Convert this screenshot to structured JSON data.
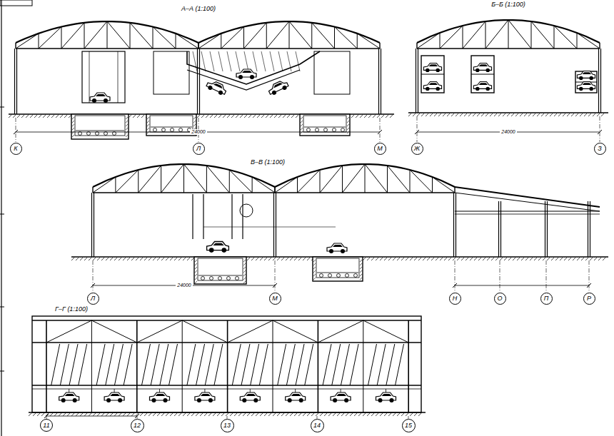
{
  "diagram": {
    "nodes": [
      {
        "text": [
          "К"
        ]
      },
      {
        "text": [
          "Л"
        ]
      },
      {
        "text": [
          "М"
        ]
      },
      {
        "text": [
          "Ж"
        ]
      },
      {
        "text": [
          "З"
        ]
      },
      {
        "text": [
          "Л"
        ]
      },
      {
        "text": [
          "М"
        ]
      },
      {
        "text": [
          "Н"
        ]
      },
      {
        "text": [
          "О"
        ]
      },
      {
        "text": [
          "П"
        ]
      },
      {
        "text": [
          "Р"
        ]
      },
      {
        "text": [
          "11"
        ]
      },
      {
        "text": [
          "12"
        ]
      },
      {
        "text": [
          "13"
        ]
      },
      {
        "text": [
          "14"
        ]
      },
      {
        "text": [
          "15"
        ]
      }
    ],
    "labels": [
      "А–А (1:100)",
      "Б–Б (1:100)",
      "В–В (1:100)",
      "Г–Г (1:100)",
      "24000",
      "24000",
      "24000"
    ]
  }
}
